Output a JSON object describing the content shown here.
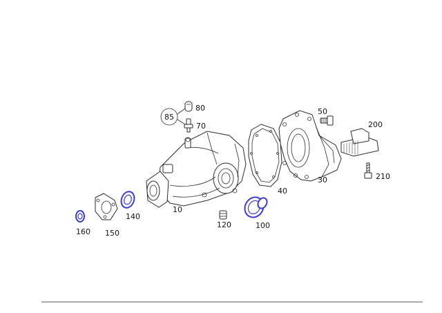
{
  "accent_color": "#3b3bd6",
  "parts": [
    {
      "id": "p10",
      "number": "10",
      "highlight": false,
      "icon": "axle-housing-icon"
    },
    {
      "id": "p30",
      "number": "30",
      "highlight": false,
      "icon": "rear-cover-icon"
    },
    {
      "id": "p40",
      "number": "40",
      "highlight": false,
      "icon": "gasket-icon"
    },
    {
      "id": "p50",
      "number": "50",
      "highlight": false,
      "icon": "bolt-icon"
    },
    {
      "id": "p70",
      "number": "70",
      "highlight": false,
      "icon": "breather-valve-icon"
    },
    {
      "id": "p80",
      "number": "80",
      "highlight": false,
      "icon": "cap-icon"
    },
    {
      "id": "p85",
      "number": "85",
      "highlight": false,
      "icon": "group-circle-icon"
    },
    {
      "id": "p100",
      "number": "100",
      "highlight": true,
      "icon": "shaft-seal-icon"
    },
    {
      "id": "p120",
      "number": "120",
      "highlight": false,
      "icon": "plug-icon"
    },
    {
      "id": "p140",
      "number": "140",
      "highlight": true,
      "icon": "seal-ring-icon"
    },
    {
      "id": "p150",
      "number": "150",
      "highlight": false,
      "icon": "flange-icon"
    },
    {
      "id": "p160",
      "number": "160",
      "highlight": true,
      "icon": "nut-icon"
    },
    {
      "id": "p200",
      "number": "200",
      "highlight": false,
      "icon": "mount-bracket-icon"
    },
    {
      "id": "p210",
      "number": "210",
      "highlight": false,
      "icon": "screw-icon"
    }
  ]
}
